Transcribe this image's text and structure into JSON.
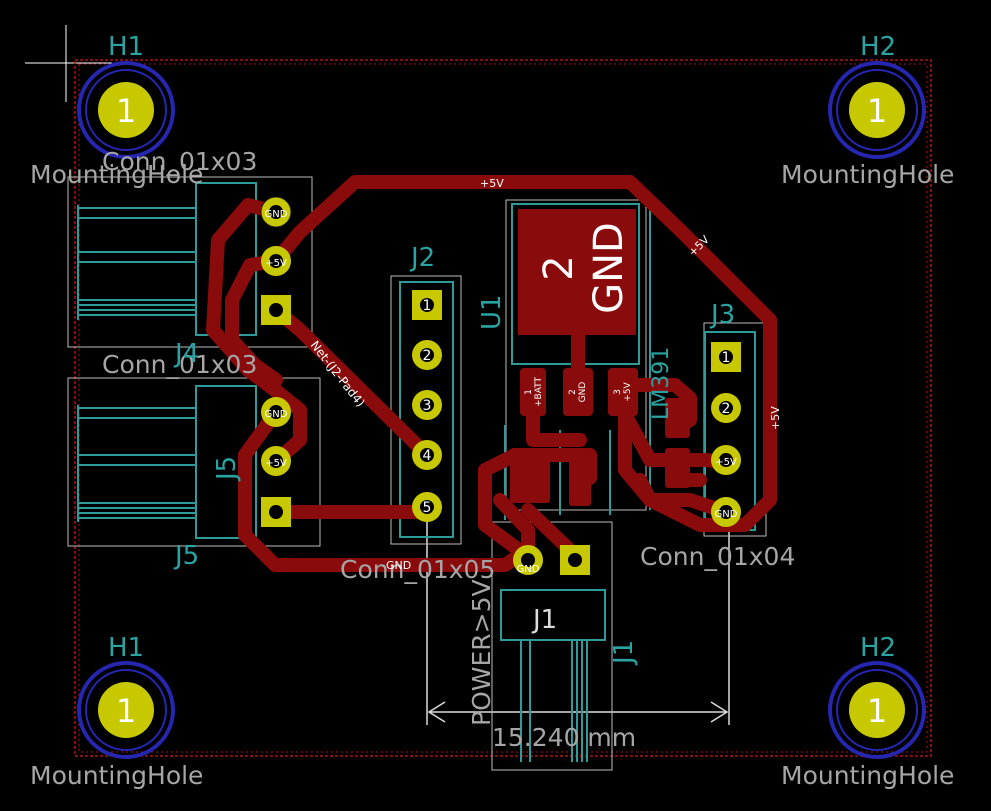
{
  "colors": {
    "background": "#000000",
    "copper_track": "#8a0b0b",
    "edge_cuts": "#b01414",
    "pad_fill": "#c8c800",
    "pad_text": "#ffffff",
    "silkscreen": "#2e9a9a",
    "fab_outline": "#c8c8c8",
    "courtyard": "#dcdcdc",
    "hole_ring": "#2626b0",
    "reference_text": "#2aa3a3",
    "value_text": "#a6a6a6"
  },
  "holes": [
    {
      "ref": "H1",
      "pad": "1",
      "value": "MountingHole"
    },
    {
      "ref": "H2",
      "pad": "1",
      "value": "MountingHole"
    },
    {
      "ref": "H1",
      "pad": "1",
      "value": "MountingHole"
    },
    {
      "ref": "H2",
      "pad": "1",
      "value": "MountingHole"
    }
  ],
  "connectors": {
    "j4": {
      "ref": "J4",
      "value": "Conn_01x03",
      "pins": [
        "GND",
        "+5V",
        ""
      ]
    },
    "j5": {
      "ref": "J5",
      "value": "Conn_01x03",
      "body_ref": "J5",
      "pins": [
        "GND",
        "+5V",
        ""
      ]
    },
    "j2": {
      "ref": "J2",
      "value": "Conn_01x05",
      "pins": [
        "1",
        "2",
        "3",
        "4",
        "5"
      ]
    },
    "j3": {
      "ref": "J3",
      "value": "Conn_01x04",
      "pins": [
        "1",
        "2",
        "+5V",
        "GND"
      ]
    },
    "j1": {
      "ref": "J1",
      "body_ref": "J1",
      "value": "POWER>5V",
      "pins": [
        "GND",
        ""
      ]
    }
  },
  "regulator": {
    "ref": "U1",
    "value_partial": "LM391",
    "tab_pad_number": "2",
    "tab_pad_net": "GND",
    "pads": [
      {
        "num": "1",
        "net": "+BATT"
      },
      {
        "num": "2",
        "net": "GND"
      },
      {
        "num": "3",
        "net": "+5V"
      }
    ]
  },
  "nets": {
    "plus5v": "+5V",
    "gnd": "GND",
    "j2_pad4": "Net-(J2-Pad4)"
  },
  "dimension": {
    "text": "15.240 mm"
  }
}
